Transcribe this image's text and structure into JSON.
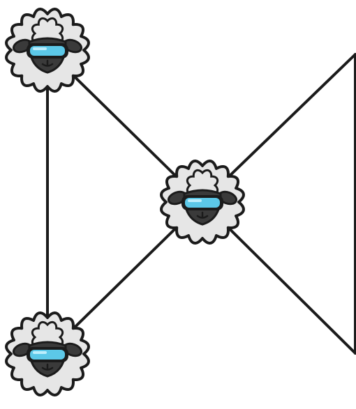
{
  "colors": {
    "background": "#ffffff",
    "edge": "#1b1b1b",
    "wool": "#e6e6e6",
    "wool_outline": "#1b1b1b",
    "face": "#3a3a3a",
    "goggles_frame": "#1b1b1b",
    "goggles_lens": "#5cc8e8",
    "goggles_glare": "#bdeefc"
  },
  "nodes": [
    {
      "id": "sheep-top-left",
      "icon": "sheep-with-goggles-icon"
    },
    {
      "id": "sheep-center",
      "icon": "sheep-with-goggles-icon"
    },
    {
      "id": "sheep-bottom-left",
      "icon": "sheep-with-goggles-icon"
    },
    {
      "id": "corner-top-right",
      "icon": ""
    },
    {
      "id": "corner-bottom-right",
      "icon": ""
    }
  ],
  "edges": [
    {
      "from": "sheep-top-left",
      "to": "sheep-bottom-left"
    },
    {
      "from": "sheep-top-left",
      "to": "sheep-center"
    },
    {
      "from": "sheep-bottom-left",
      "to": "sheep-center"
    },
    {
      "from": "sheep-center",
      "to": "corner-top-right"
    },
    {
      "from": "sheep-center",
      "to": "corner-bottom-right"
    },
    {
      "from": "corner-top-right",
      "to": "corner-bottom-right"
    }
  ]
}
